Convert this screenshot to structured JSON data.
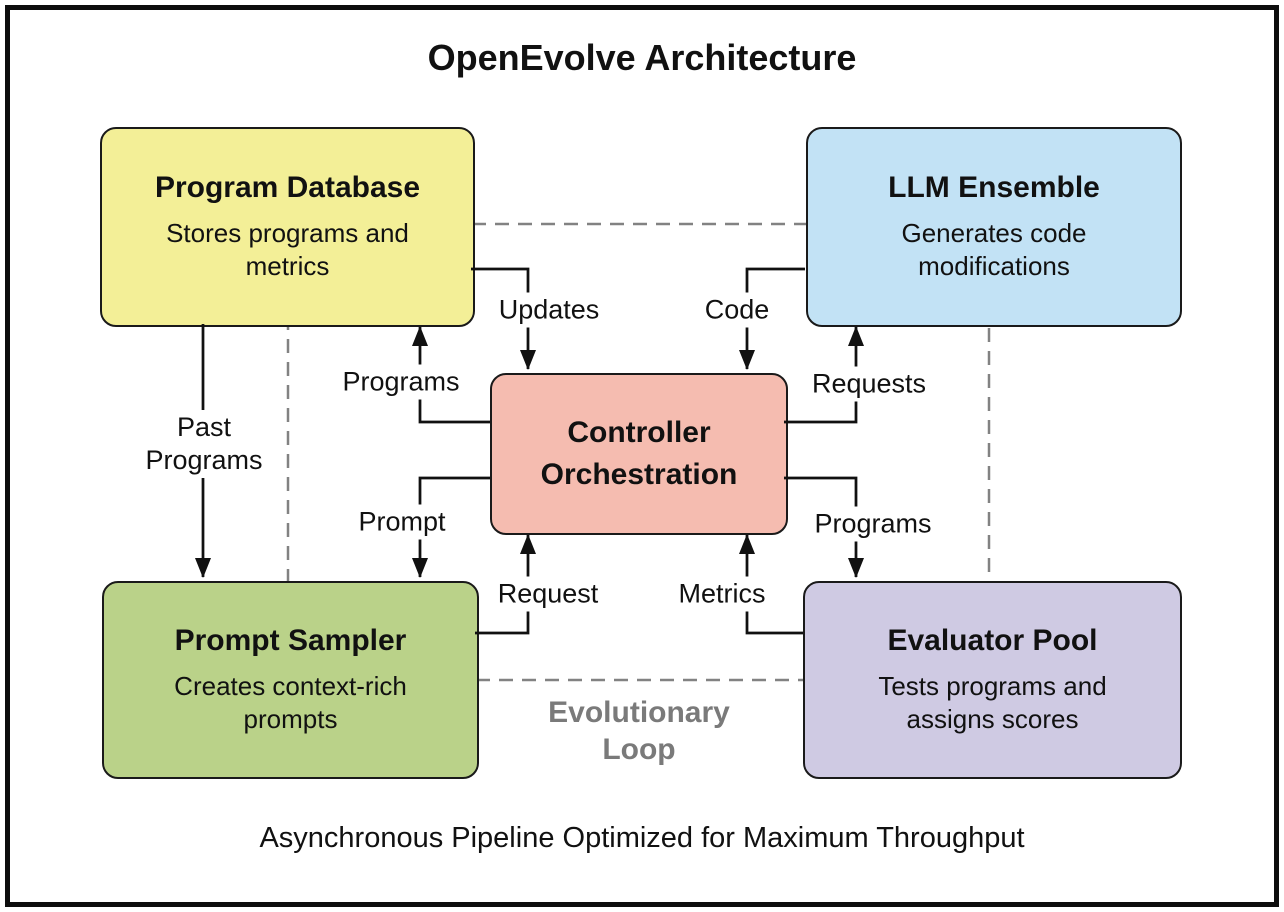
{
  "diagram": {
    "title": "OpenEvolve Architecture",
    "caption": "Asynchronous Pipeline Optimized for Maximum Throughput",
    "loop_label_line1": "Evolutionary",
    "loop_label_line2": "Loop"
  },
  "boxes": {
    "program_database": {
      "title": "Program Database",
      "body_line1": "Stores programs and",
      "body_line2": "metrics",
      "fill": "#F3EF97"
    },
    "llm_ensemble": {
      "title": "LLM Ensemble",
      "body_line1": "Generates code",
      "body_line2": "modifications",
      "fill": "#C2E2F5"
    },
    "controller": {
      "title_line1": "Controller",
      "title_line2": "Orchestration",
      "fill": "#F5BCB0"
    },
    "prompt_sampler": {
      "title": "Prompt Sampler",
      "body_line1": "Creates context-rich",
      "body_line2": "prompts",
      "fill": "#BAD289"
    },
    "evaluator_pool": {
      "title": "Evaluator Pool",
      "body_line1": "Tests programs and",
      "body_line2": "assigns scores",
      "fill": "#CFCAE3"
    }
  },
  "edge_labels": {
    "past_programs_line1": "Past",
    "past_programs_line2": "Programs",
    "updates": "Updates",
    "code": "Code",
    "programs_to_db": "Programs",
    "requests": "Requests",
    "prompt": "Prompt",
    "request": "Request",
    "metrics": "Metrics",
    "programs_to_eval": "Programs"
  },
  "colors": {
    "arrow": "#111111",
    "box_border": "#1a1a1a",
    "loop_dash": "#828282",
    "loop_text": "#7a7a7a",
    "frame_border": "#0d0d0d"
  }
}
